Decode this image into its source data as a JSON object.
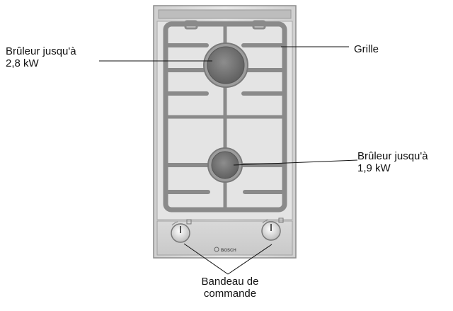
{
  "labels": {
    "burner_large": {
      "line1": "Brûleur jusqu'à",
      "line2": "2,8 kW"
    },
    "grid": "Grille",
    "burner_small": {
      "line1": "Brûleur jusqu'à",
      "line2": "1,9 kW"
    },
    "control_panel": {
      "line1": "Bandeau de",
      "line2": "commande"
    }
  },
  "brand": "BOSCH",
  "colors": {
    "cooktop_surface": "#dcdcdc",
    "cooktop_frame": "#9a9a9a",
    "grate": "#8a8a8a",
    "burner_cap": "#6e6e6e",
    "leader_line": "#111111"
  },
  "icons": [
    "burner-icon",
    "control-knob-icon",
    "brand-logo-icon"
  ]
}
